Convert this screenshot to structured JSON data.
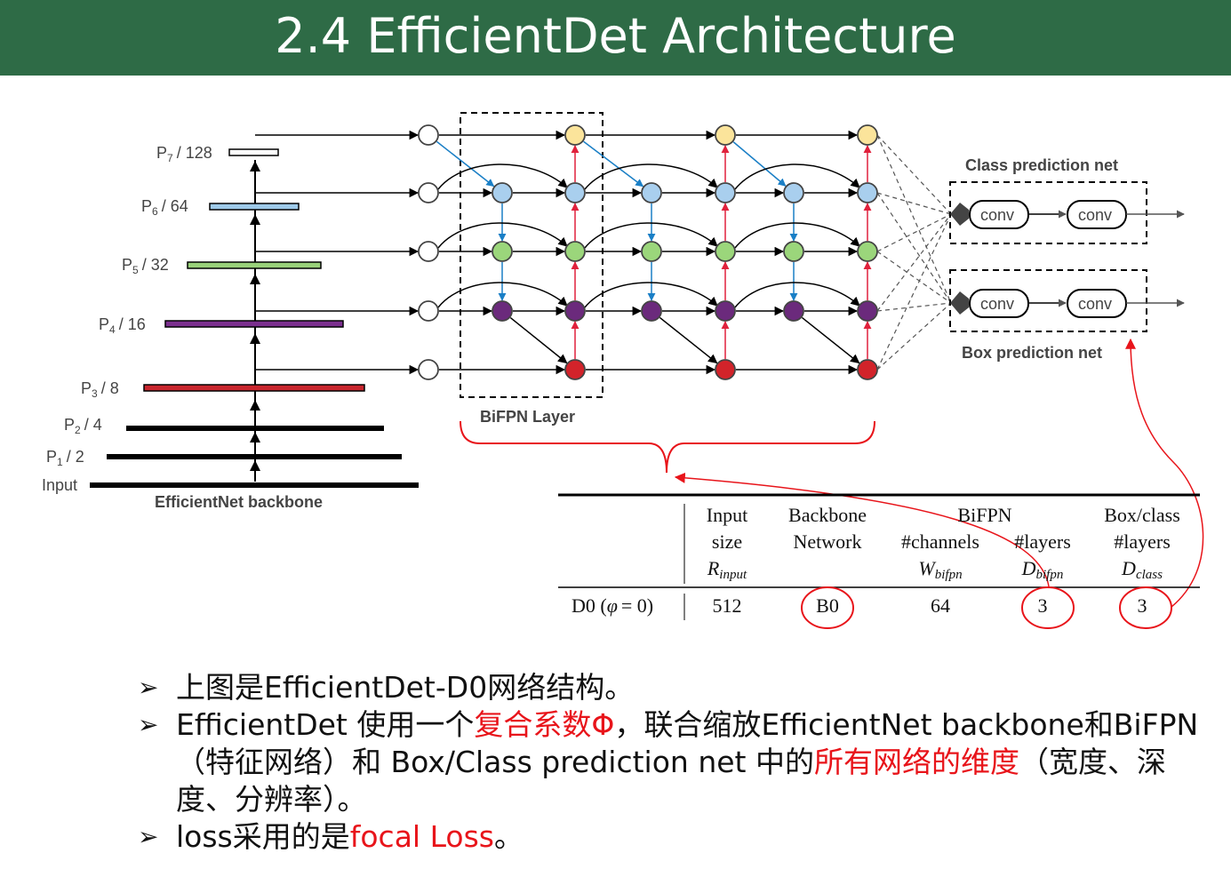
{
  "slide": {
    "title": "2.4 EfficientDet Architecture"
  },
  "diagram": {
    "backbone": {
      "levels": [
        {
          "label": "P",
          "sub": "7",
          "scale": "/ 128"
        },
        {
          "label": "P",
          "sub": "6",
          "scale": "/ 64"
        },
        {
          "label": "P",
          "sub": "5",
          "scale": "/ 32"
        },
        {
          "label": "P",
          "sub": "4",
          "scale": "/ 16"
        },
        {
          "label": "P",
          "sub": "3",
          "scale": "/ 8"
        },
        {
          "label": "P",
          "sub": "2",
          "scale": "/ 4"
        },
        {
          "label": "P",
          "sub": "1",
          "scale": "/ 2"
        }
      ],
      "input_label": "Input",
      "caption": "EfficientNet backbone",
      "level_colors": [
        "#ffffff",
        "#9ecae9",
        "#99d17a",
        "#7b2f8e",
        "#c9262e",
        "#000000",
        "#000000"
      ]
    },
    "bifpn": {
      "caption": "BiFPN Layer",
      "node_colors": {
        "p7": "#fbe49b",
        "p6": "#a9cfee",
        "p5": "#9bd67b",
        "p4": "#6b2a7c",
        "p3": "#d2232a"
      }
    },
    "heads": {
      "class_title": "Class prediction net",
      "box_title": "Box prediction net",
      "conv_label": "conv"
    },
    "annotation_color": "#e8141a"
  },
  "table": {
    "header_groups": [
      "Input",
      "Backbone",
      "BiFPN",
      "Box/class"
    ],
    "header_row2": [
      "size",
      "Network",
      "#channels",
      "#layers",
      "#layers"
    ],
    "header_row3": [
      "R",
      "input",
      "W",
      "bifpn",
      "D",
      "bifpn",
      "D",
      "class"
    ],
    "row": {
      "label": "D0 (",
      "phi": "φ",
      "eq": "= 0)",
      "values": [
        "512",
        "B0",
        "64",
        "3",
        "3"
      ]
    }
  },
  "bullets": [
    {
      "parts": [
        {
          "text": "上图是EfficientDet-D0网络结构。",
          "red": false
        }
      ]
    },
    {
      "parts": [
        {
          "text": "EfficientDet 使用一个",
          "red": false
        },
        {
          "text": "复合系数Φ",
          "red": true
        },
        {
          "text": "，联合缩放EfficientNet backbone和BiFPN（特征网络）和 Box/Class prediction net 中的",
          "red": false
        },
        {
          "text": "所有网络的维度",
          "red": true
        },
        {
          "text": "（宽度、深度、分辨率）。",
          "red": false
        }
      ]
    },
    {
      "parts": [
        {
          "text": "loss采用的是",
          "red": false
        },
        {
          "text": "focal Loss",
          "red": true
        },
        {
          "text": "。",
          "red": false
        }
      ]
    }
  ]
}
